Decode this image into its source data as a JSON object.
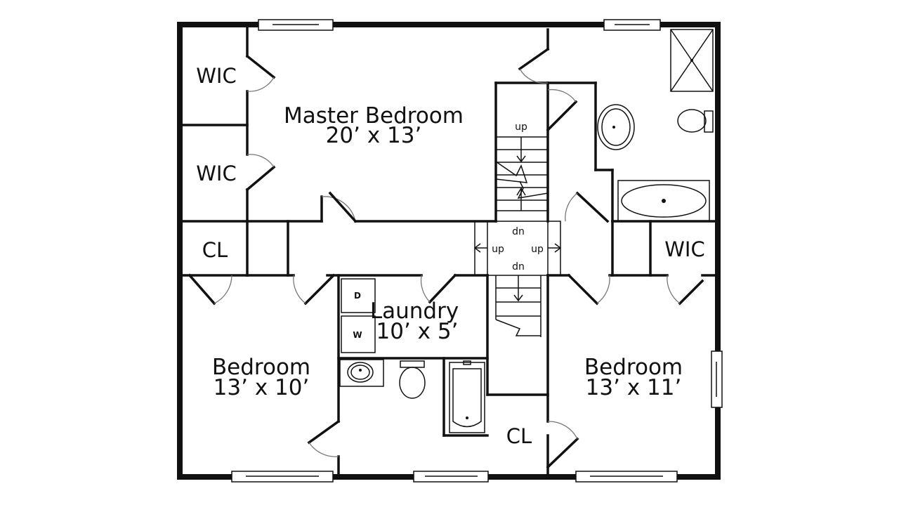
{
  "rooms": {
    "master": {
      "name": "Master Bedroom",
      "size": "20’ x 13’"
    },
    "wic1": {
      "name": "WIC"
    },
    "wic2": {
      "name": "WIC"
    },
    "wic3": {
      "name": "WIC"
    },
    "cl_left": {
      "name": "CL"
    },
    "cl_bottom": {
      "name": "CL"
    },
    "laundry": {
      "name": "Laundry",
      "size": "10’ x 5’"
    },
    "bedroom_left": {
      "name": "Bedroom",
      "size": "13’ x 10’"
    },
    "bedroom_right": {
      "name": "Bedroom",
      "size": "13’ x 11’"
    }
  },
  "appliances": {
    "dryer": "D",
    "washer": "W"
  },
  "stairs": {
    "upper_up": "up",
    "landing_dn_top": "dn",
    "landing_up_left": "up",
    "landing_up_right": "up",
    "landing_dn_bottom": "dn"
  }
}
